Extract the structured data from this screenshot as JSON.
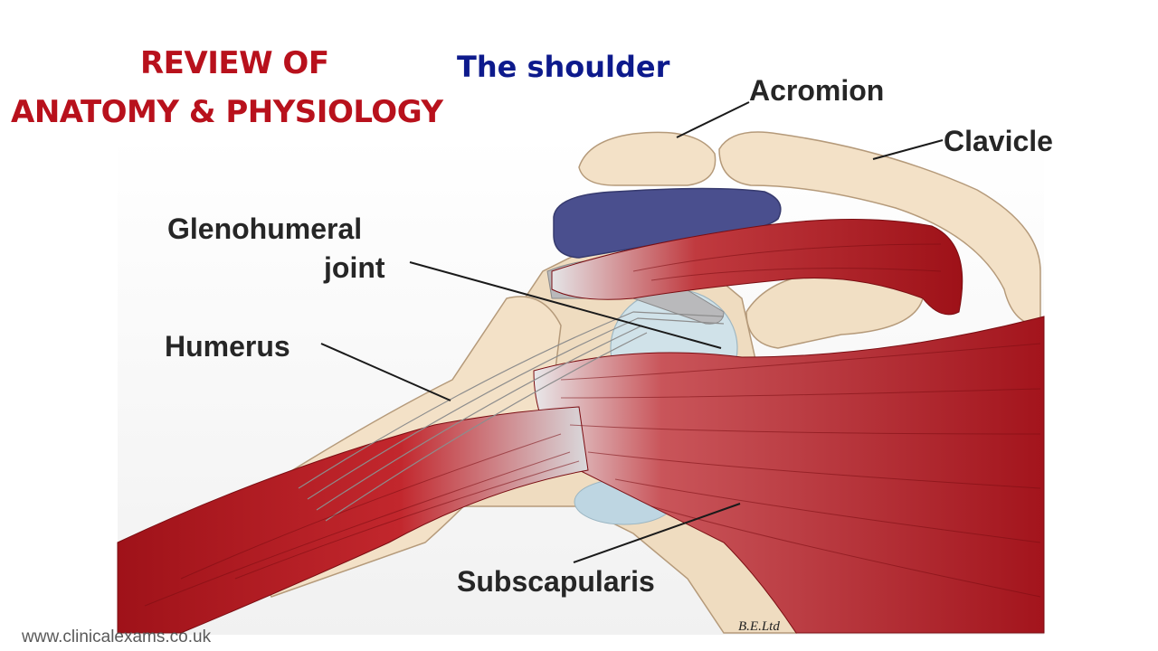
{
  "heading": {
    "line1": "REVIEW OF",
    "line2": "ANATOMY & PHYSIOLOGY",
    "subtitle": "The shoulder"
  },
  "labels": {
    "acromion": "Acromion",
    "clavicle": "Clavicle",
    "glenohumeral_line1": "Glenohumeral",
    "glenohumeral_line2": "joint",
    "humerus": "Humerus",
    "subscapularis": "Subscapularis"
  },
  "footer": {
    "website": "www.clinicalexams.co.uk",
    "credit": "B.E.Ltd"
  },
  "colors": {
    "heading_red": "#b8111c",
    "heading_blue": "#0d1a8c",
    "muscle": "#b5171e",
    "bone": "#f2dfc4",
    "tendon": "#a9a9a9",
    "bursa": "#4a4f8e"
  }
}
